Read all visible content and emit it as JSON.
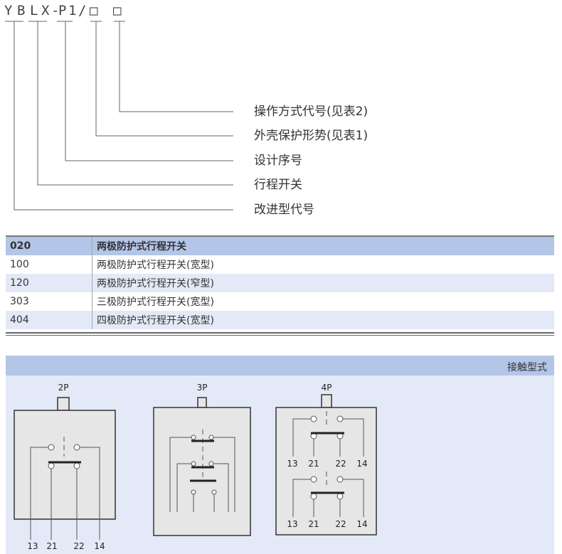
{
  "code": {
    "chars": [
      "Y",
      "B",
      "L",
      "X",
      "-",
      "P",
      "1",
      "/",
      "□",
      "□"
    ]
  },
  "legend": [
    "操作方式代号(见表2)",
    "外壳保护形势(见表1)",
    "设计序号",
    "行程开关",
    "改进型代号"
  ],
  "table": {
    "header": [
      "020",
      "两极防护式行程开关"
    ],
    "rows": [
      [
        "100",
        "两极防护式行程开关(宽型)"
      ],
      [
        "120",
        "两极防护式行程开关(窄型)"
      ],
      [
        "303",
        "三极防护式行程开关(宽型)"
      ],
      [
        "404",
        "四极防护式行程开关(宽型)"
      ]
    ]
  },
  "panel": {
    "title": "接触型式",
    "diagrams": [
      {
        "label": "2P",
        "terminals": [
          "13",
          "21",
          "22",
          "14"
        ]
      },
      {
        "label": "3P"
      },
      {
        "label": "4P",
        "terminals": [
          "13",
          "21",
          "22",
          "14"
        ],
        "terminals2": [
          "13",
          "21",
          "22",
          "14"
        ]
      }
    ]
  }
}
